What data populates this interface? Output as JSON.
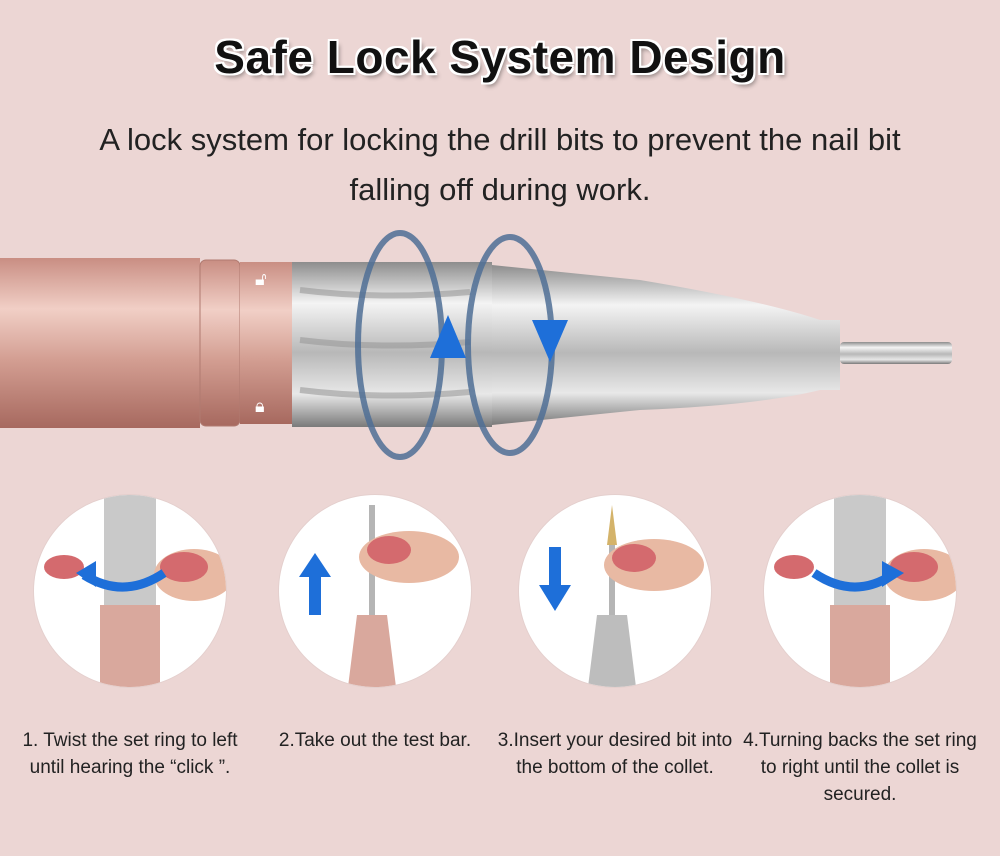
{
  "title": "Safe Lock System Design",
  "subtitle": "A lock system for locking the drill bits to prevent the nail bit falling off during work.",
  "steps": [
    {
      "caption": "1. Twist the set ring to left until hearing the “click ”."
    },
    {
      "caption": "2.Take out the test bar."
    },
    {
      "caption": "3.Insert your desired bit into the bottom of the collet."
    },
    {
      "caption": "4.Turning backs the set ring to right until the collet is secured."
    }
  ],
  "colors": {
    "background": "#ecd6d4",
    "handle": "#d9a89d",
    "metal": "#c9c9c9",
    "arrow_blue": "#1e6fd9",
    "nail": "#d46a6e"
  }
}
